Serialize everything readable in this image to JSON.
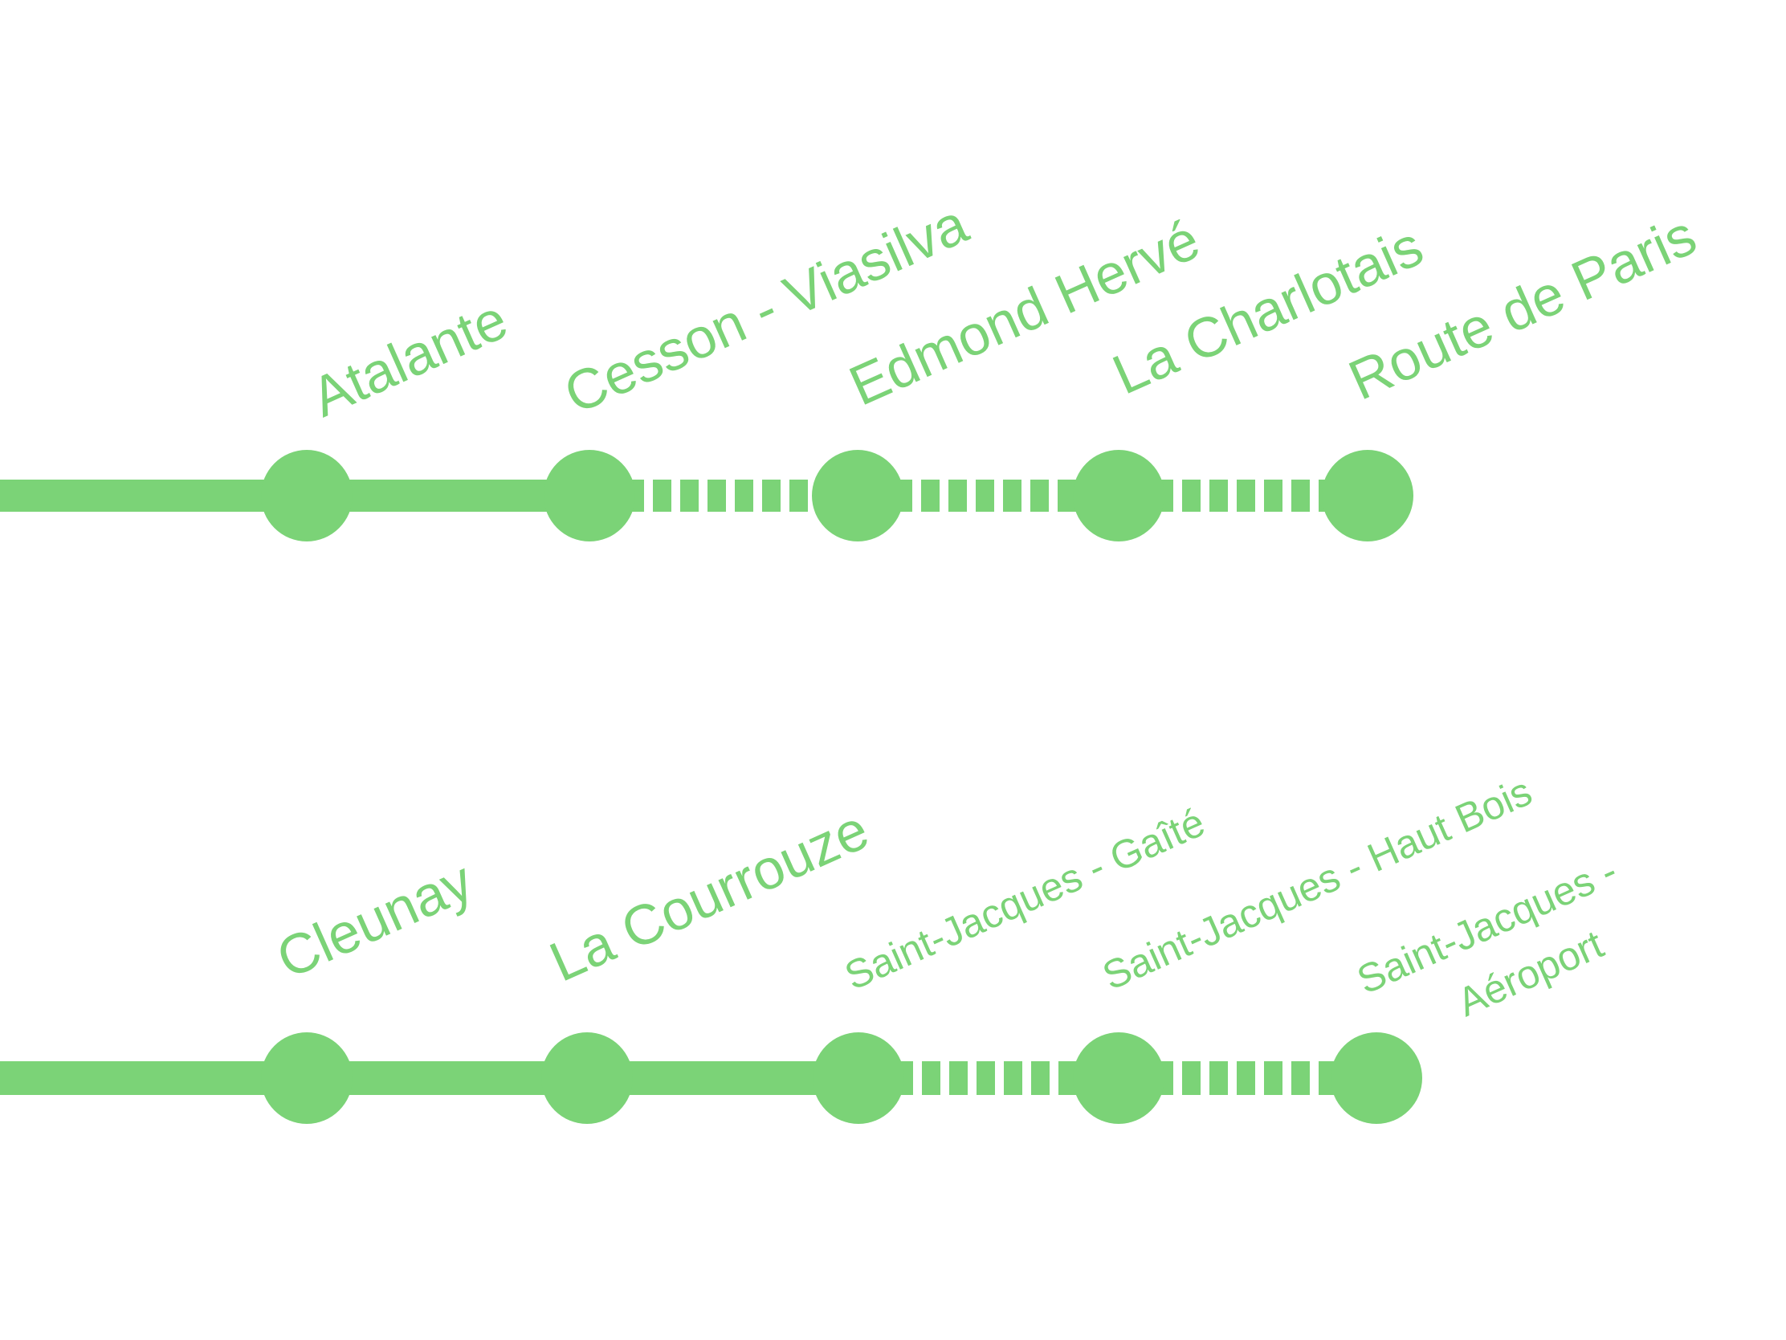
{
  "color": "#7bd377",
  "lines": [
    {
      "name": "top-line",
      "stations": [
        {
          "name": "Atalante",
          "status": "open"
        },
        {
          "name": "Cesson - Viasilva",
          "status": "open"
        },
        {
          "name": "Edmond Hervé",
          "status": "planned"
        },
        {
          "name": "La Charlotais",
          "status": "planned"
        },
        {
          "name": "Route de Paris",
          "status": "planned"
        }
      ]
    },
    {
      "name": "bottom-line",
      "stations": [
        {
          "name": "Cleunay",
          "status": "open"
        },
        {
          "name": "La Courrouze",
          "status": "open"
        },
        {
          "name": "Saint-Jacques - Gaîté",
          "status": "open"
        },
        {
          "name": "Saint-Jacques - Haut Bois",
          "status": "planned"
        },
        {
          "name": "Saint-Jacques -",
          "name_line2": "Aéroport",
          "status": "planned"
        }
      ]
    }
  ]
}
